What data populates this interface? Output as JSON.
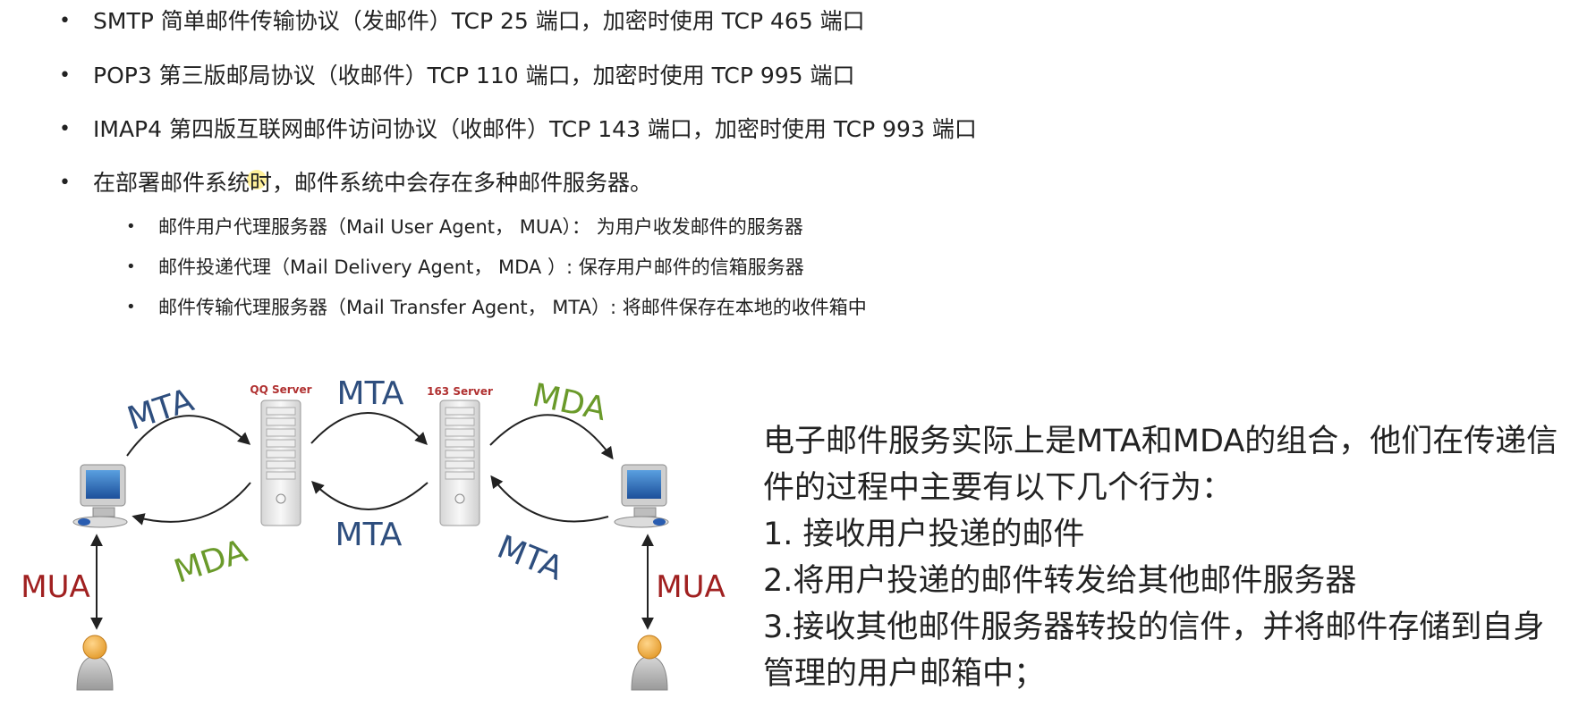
{
  "bullets": [
    "SMTP 简单邮件传输协议（发邮件）TCP 25 端口，加密时使用 TCP 465 端口",
    "POP3 第三版邮局协议（收邮件）TCP 110 端口，加密时使用 TCP 995 端口",
    "IMAP4 第四版互联网邮件访问协议（收邮件）TCP 143 端口，加密时使用 TCP 993 端口",
    "在部署邮件系统时，邮件系统中会存在多种邮件服务器。"
  ],
  "sub_bullets": [
    "邮件用户代理服务器（Mail User Agent， MUA）： 为用户收发邮件的服务器",
    "邮件投递代理（Mail Delivery Agent， MDA ）: 保存用户邮件的信箱服务器",
    "邮件传输代理服务器（Mail Transfer Agent， MTA）: 将邮件保存在本地的收件箱中"
  ],
  "diagram": {
    "server_left": "QQ Server",
    "server_right": "163 Server",
    "mta_top_left": "MTA",
    "mta_top_mid": "MTA",
    "mda_top_right": "MDA",
    "mda_bottom_left": "MDA",
    "mta_bottom_mid": "MTA",
    "mta_bottom_right": "MTA",
    "mua_left": "MUA",
    "mua_right": "MUA",
    "colors": {
      "mta": "#2e4e7e",
      "mda": "#6a9a2a",
      "mua": "#a02020",
      "server_label": "#b03030"
    }
  },
  "side_text": [
    "电子邮件服务实际上是MTA和MDA的组合，他们在传递信",
    "件的过程中主要有以下几个行为：",
    "1. 接收用户投递的邮件",
    "2.将用户投递的邮件转发给其他邮件服务器",
    "3.接收其他邮件服务器转投的信件，并将邮件存储到自身",
    "管理的用户邮箱中；"
  ]
}
